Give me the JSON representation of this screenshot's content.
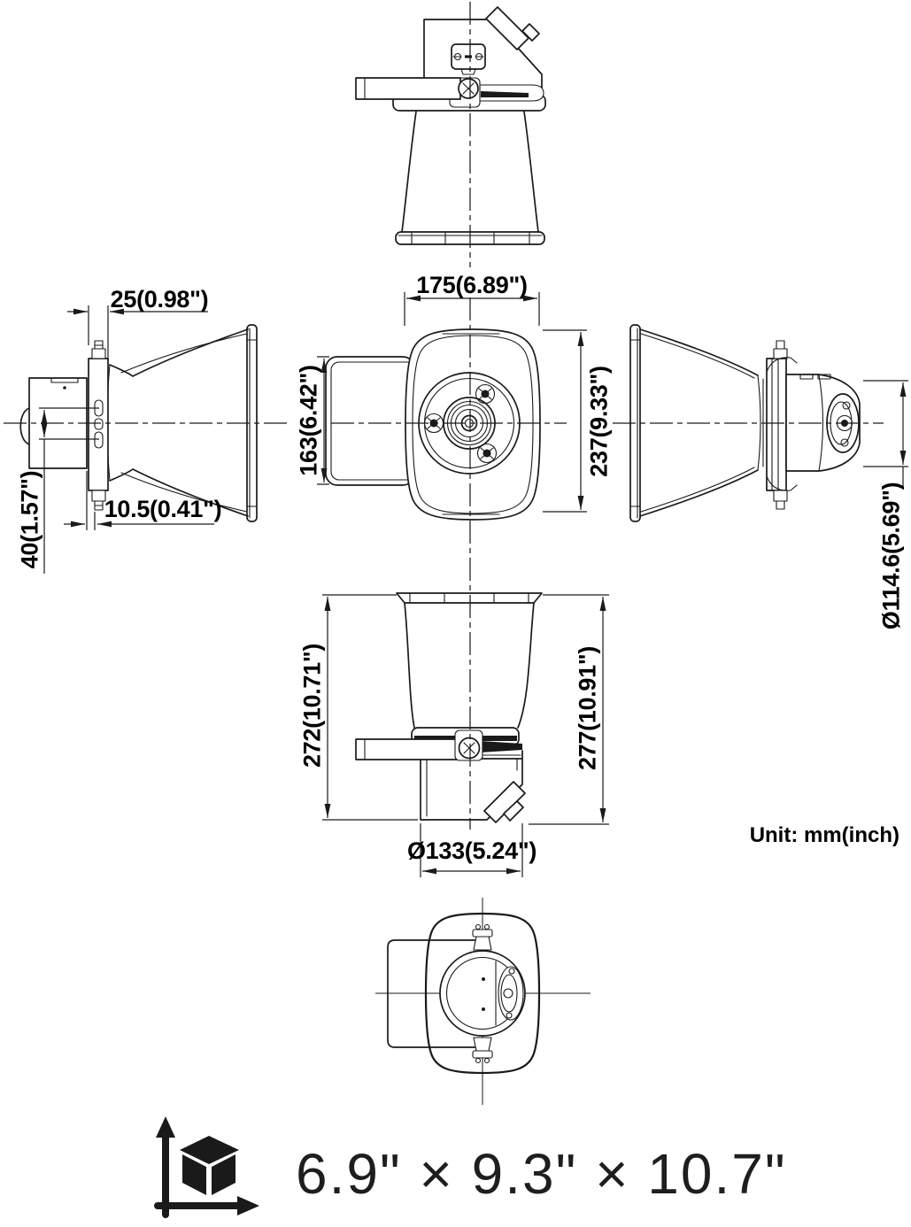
{
  "drawing": {
    "unit_note": "Unit: mm(inch)",
    "views": {
      "left_side": {
        "bracket_offset": "25(0.98\")",
        "bracket_thickness": "10.5(0.41\")",
        "mount_hole_spacing": "40(1.57\")"
      },
      "front": {
        "width": "175(6.89\")",
        "bracket_height": "163(6.42\")",
        "height": "237(9.33\")"
      },
      "right_side": {
        "driver_diameter": "Ø114.6(5.69\")"
      },
      "bottom": {
        "depth_to_bracket": "272(10.71\")",
        "depth_overall": "277(10.91\")",
        "bell_diameter": "Ø133(5.24\")"
      }
    },
    "footer": {
      "icon": "box-dimensions-3d-icon",
      "overall_size": "6.9\" × 9.3\" × 10.7\""
    }
  }
}
